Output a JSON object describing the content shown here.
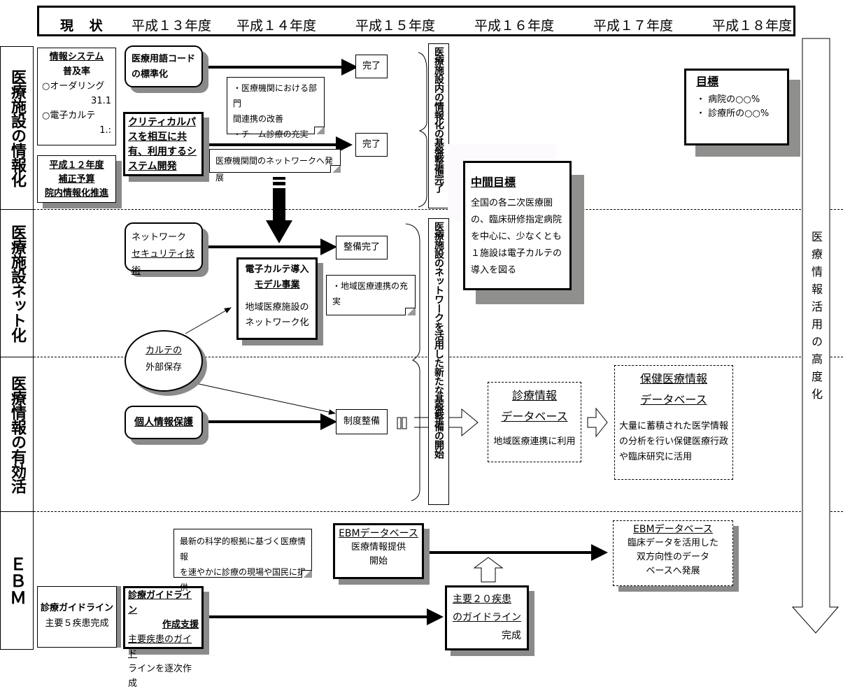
{
  "header": {
    "current": "現 状",
    "years": [
      "平成１３年度",
      "平成１４年度",
      "平成１５年度",
      "平成１６年度",
      "平成１７年度",
      "平成１８年度"
    ]
  },
  "rows": [
    {
      "label": "医療施設の情報化"
    },
    {
      "label": "医療施設ネット化"
    },
    {
      "label": "医療情報の有効活"
    },
    {
      "label": "ＥＢＭ"
    }
  ],
  "row1": {
    "stats_box": {
      "title1": "情報システム",
      "title2": "普及率",
      "item1": "○オーダリング",
      "value1": "31.1",
      "item2": "○電子カルテ",
      "value2": "1.:"
    },
    "budget_box": [
      "平成１２年度",
      "補正予算",
      "院内情報化推進"
    ],
    "terminology": [
      "医療用語コード",
      "の標準化"
    ],
    "critical_path": [
      "クリティカルパ",
      "スを相互に共",
      "有、利用するシ",
      "ステム開発"
    ],
    "done1": "完了",
    "done2": "完了",
    "note1": [
      "・医療機関における部門",
      "間連携の改善",
      "・チーム診療の充実"
    ],
    "note2": "医療機関間のネットワークへ発展",
    "bracket_label": "医療施設内の情報化の基盤整備完了"
  },
  "goal": {
    "title": "目標",
    "items": [
      "・ 病院の○○%",
      "・ 診療所の○○%"
    ]
  },
  "interim_goal": {
    "title": "中間目標",
    "text": [
      "全国の各二次医療圏",
      "の、臨床研修指定病院",
      "を中心に、少なくとも",
      "１施設は電子カルテの",
      "導入を図る"
    ]
  },
  "row2": {
    "security": [
      "ネットワーク",
      "セキュリティ技術"
    ],
    "done": "整備完了",
    "ehr_model": {
      "title1": "電子カルテ導入",
      "title2": "モデル事業",
      "text1": "地域医療施設の",
      "text2": "ネットワーク化"
    },
    "note": [
      "・地域医療連携の充",
      "実"
    ],
    "chart_storage": [
      "カルテの",
      "外部保存"
    ],
    "bracket_label": "医療施設のネットワークを活用した新たな基盤整備の開始"
  },
  "row3": {
    "privacy": "個人情報保護",
    "system": "制度整備",
    "clinical_db": {
      "title1": "診療情報",
      "title2": "データベース",
      "text": "地域医療連携に利用"
    },
    "health_db": {
      "title1": "保健医療情報",
      "title2": "データベース",
      "text": [
        "大量に蓄積された医学情報",
        "の分析を行い保健医療行政",
        "や臨床研究に活用"
      ]
    }
  },
  "row4": {
    "guideline_now": {
      "title": "診療ガイドライン",
      "text": "主要５疾患完成"
    },
    "guideline_support": {
      "title1": "診療ガイドライン",
      "title2": "作成支援",
      "text": [
        "主要疾患のガイド",
        "ラインを逐次作成"
      ]
    },
    "note": [
      "最新の科学的根拠に基づく医療情報",
      "を速やかに診療の現場や国民に提供"
    ],
    "ebm_db": {
      "title": "EBMデータベース",
      "text": [
        "医療情報提供",
        "開始"
      ]
    },
    "major20": {
      "title1": "主要２０疾患",
      "title2": "のガイドライン",
      "text": "完成"
    },
    "ebm_future": {
      "title": "EBMデータベース",
      "text": [
        "臨床データを活用した",
        "双方向性のデータ",
        "ベースへ発展"
      ]
    }
  },
  "side_arrow": {
    "label": "医療情報活用の高度化"
  }
}
